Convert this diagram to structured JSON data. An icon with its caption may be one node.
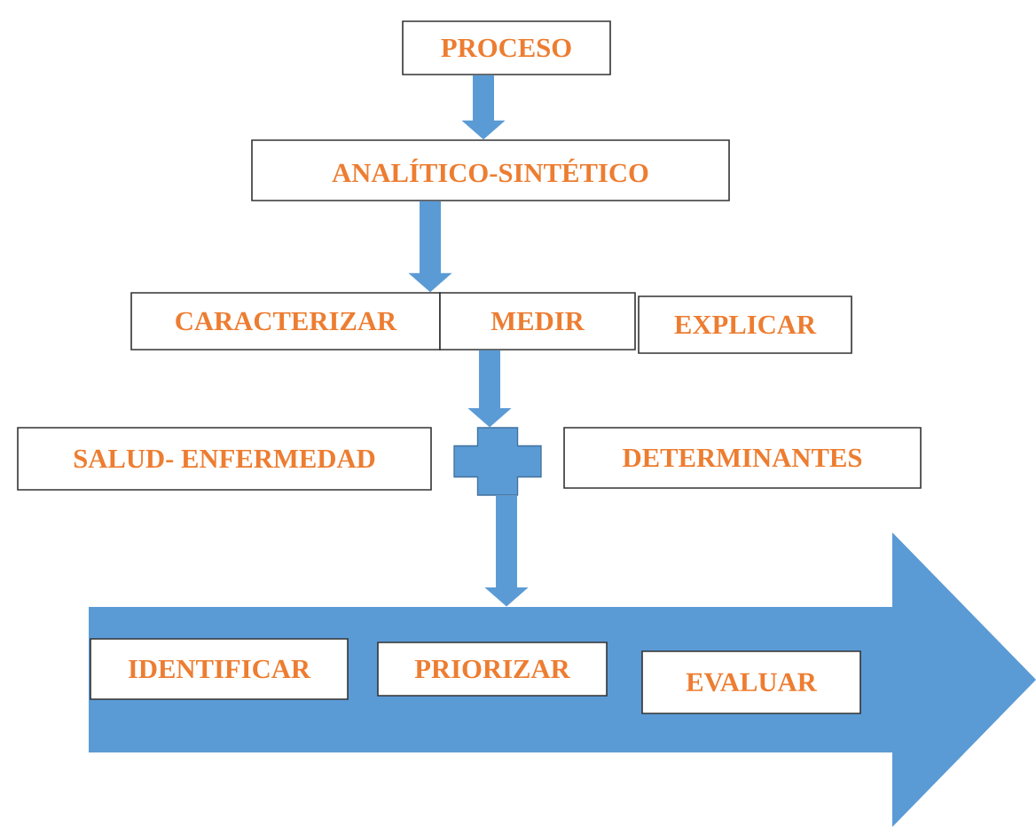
{
  "diagram": {
    "nodes": [
      {
        "text": [
          "PROCESO"
        ]
      },
      {
        "text": [
          "ANALÍTICO-SINTÉTICO"
        ]
      },
      {
        "text": [
          "CARACTERIZAR"
        ]
      },
      {
        "text": [
          "MEDIR"
        ]
      },
      {
        "text": [
          "EXPLICAR"
        ]
      },
      {
        "text": [
          "SALUD- ENFERMEDAD"
        ]
      },
      {
        "text": [],
        "shape": "plus"
      },
      {
        "text": [
          "DETERMINANTES"
        ]
      },
      {
        "text": [],
        "shape": "arrow"
      },
      {
        "text": [
          "IDENTIFICAR"
        ],
        "in": 8
      },
      {
        "text": [
          "PRIORIZAR"
        ],
        "in": 8
      },
      {
        "text": [
          "EVALUAR"
        ],
        "in": 8
      }
    ],
    "edges": [
      {
        "from": 0,
        "to": 1,
        "arrow": "to"
      },
      {
        "from": 1,
        "to": 3,
        "arrow": "to"
      },
      {
        "from": 3,
        "to": 6,
        "arrow": "to"
      },
      {
        "from": 6,
        "to": 8,
        "arrow": "to"
      }
    ]
  }
}
